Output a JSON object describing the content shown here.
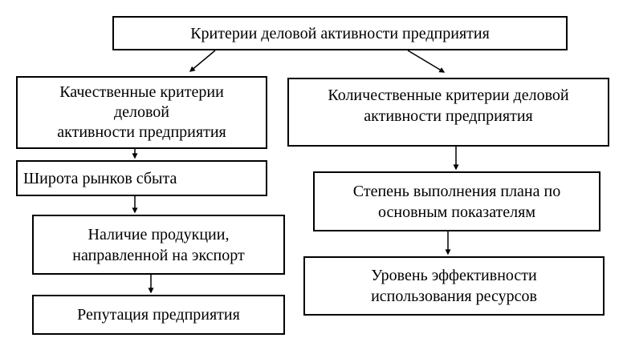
{
  "diagram": {
    "title": "Критерии деловой активности предприятия",
    "colors": {
      "border": "#000000",
      "text": "#000000",
      "background": "#ffffff"
    },
    "nodes": {
      "root": {
        "label": "Критерии деловой активности предприятия"
      },
      "qualitative": {
        "lines": [
          "Качественные критерии",
          "деловой",
          "активности предприятия"
        ]
      },
      "quantitative": {
        "lines": [
          "Количественные критерии деловой",
          "активности предприятия"
        ]
      },
      "markets": {
        "label": "Широта рынков сбыта"
      },
      "export": {
        "lines": [
          "Наличие продукции,",
          "направленной на экспорт"
        ]
      },
      "reputation": {
        "label": "Репутация предприятия"
      },
      "plan": {
        "lines": [
          "Степень выполнения плана по",
          "основным показателям"
        ]
      },
      "efficiency": {
        "lines": [
          "Уровень эффективности",
          "использования ресурсов"
        ]
      }
    },
    "edges": [
      {
        "from": "root",
        "to": "qualitative"
      },
      {
        "from": "root",
        "to": "quantitative"
      },
      {
        "from": "qualitative",
        "to": "markets"
      },
      {
        "from": "markets",
        "to": "export"
      },
      {
        "from": "export",
        "to": "reputation"
      },
      {
        "from": "quantitative",
        "to": "plan"
      },
      {
        "from": "plan",
        "to": "efficiency"
      }
    ]
  }
}
